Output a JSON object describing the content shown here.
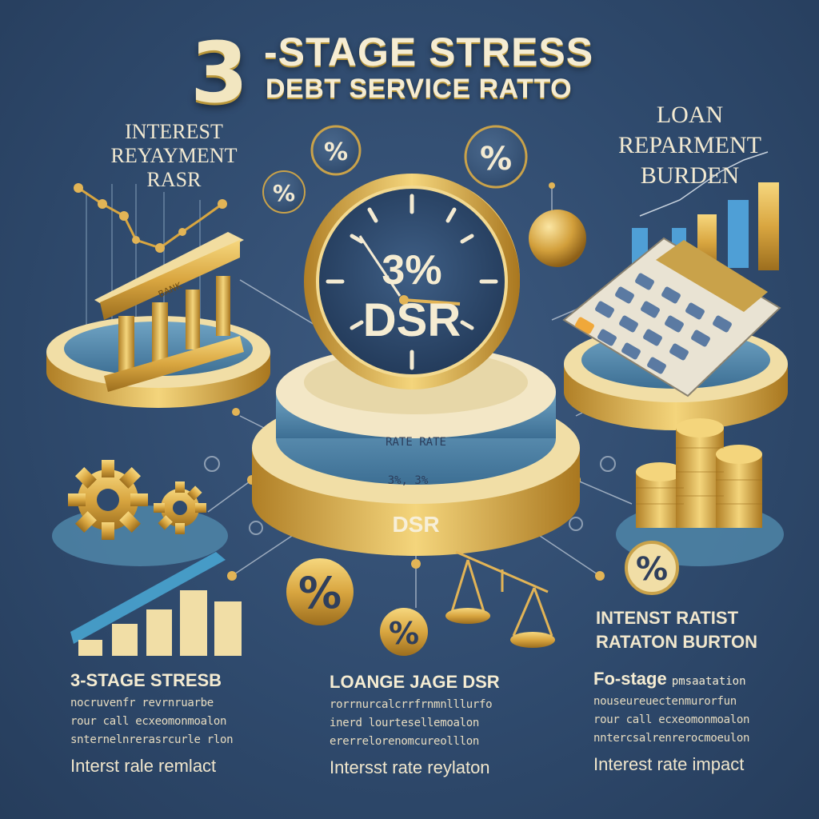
{
  "title": {
    "number": "3",
    "line1": "-STAGE STRESS",
    "line2": "DEBT SERVICE RATTO"
  },
  "left_label": [
    "INTEREST",
    "REYAYMENT",
    "RASR"
  ],
  "right_label": [
    "LOAN",
    "REPARMENT",
    "BURDEN"
  ],
  "center": {
    "clock_top": "3%",
    "clock_bottom": "DSR",
    "ring_left": "RATE RATE",
    "ring_pct": "3%, 3%",
    "base_label": "DSR"
  },
  "percent_symbol": "%",
  "right_heading": [
    "INTENST RATIST",
    "RATATON BURTON"
  ],
  "columns": [
    {
      "heading": "3-STAGE STRESB",
      "lines": [
        "nocruvenfr revrnruarbe",
        "rour call ecxeomonmoalon",
        "snternelnrerasrcurle rlon"
      ],
      "footer": "Interst rale remlact"
    },
    {
      "heading": "LOANGE JAGE DSR",
      "lines": [
        "rorrnurcalcrrfrnmnlllurfo",
        "inerd lourtesellemoalon",
        "ererrelorenomcureolllon"
      ],
      "footer": "Intersst rate reylaton"
    },
    {
      "heading": "Fo-stage",
      "heading_small": "pmsaatation",
      "lines": [
        "nouseureuectenmurorfun",
        "rour call ecxeomonmoalon",
        "nntercsalrenrerocmoeulon"
      ],
      "footer": "Interest rate impact"
    }
  ],
  "colors": {
    "background": "#2f4a6d",
    "gold": "#d9a640",
    "cream": "#f2e6c0",
    "teal": "#4f86a8"
  }
}
